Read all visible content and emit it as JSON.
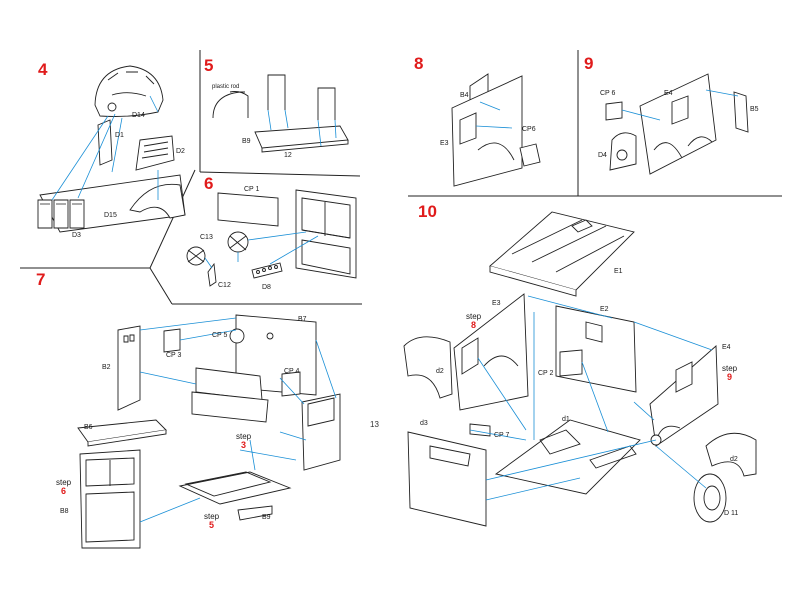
{
  "steps": {
    "s4": "4",
    "s5": "5",
    "s6": "6",
    "s7": "7",
    "s8": "8",
    "s9": "9",
    "s10": "10"
  },
  "labels": {
    "D14": "D14",
    "D1": "D1",
    "D2": "D2",
    "D3": "D3",
    "D15": "D15",
    "plastic_rod": "plastic rod",
    "B9_5": "B9",
    "num12": "12",
    "CP1": "CP 1",
    "C13": "C13",
    "C12": "C12",
    "D8": "D8",
    "B4": "B4",
    "E3_8": "E3",
    "CP6_8": "CP6",
    "CP6_9": "CP 6",
    "E4_9": "E4",
    "B5": "B5",
    "D4": "D4",
    "CP5": "CP 5",
    "B7": "B7",
    "CP3": "CP 3",
    "B2": "B2",
    "CP4": "CP 4",
    "B6": "B6",
    "B8": "B8",
    "B9_7": "B9",
    "E1": "E1",
    "E3_10": "E3",
    "E2": "E2",
    "E4_10": "E4",
    "d2_left": "d2",
    "d2_right": "d2",
    "CP2": "CP 2",
    "d1": "d1",
    "d3": "d3",
    "CP7": "CP 7",
    "D11": "D 11"
  },
  "refs": {
    "step_word": "step",
    "r3": "3",
    "r6": "6",
    "r5": "5",
    "r8": "8",
    "r9": "9"
  },
  "page_number": "13"
}
